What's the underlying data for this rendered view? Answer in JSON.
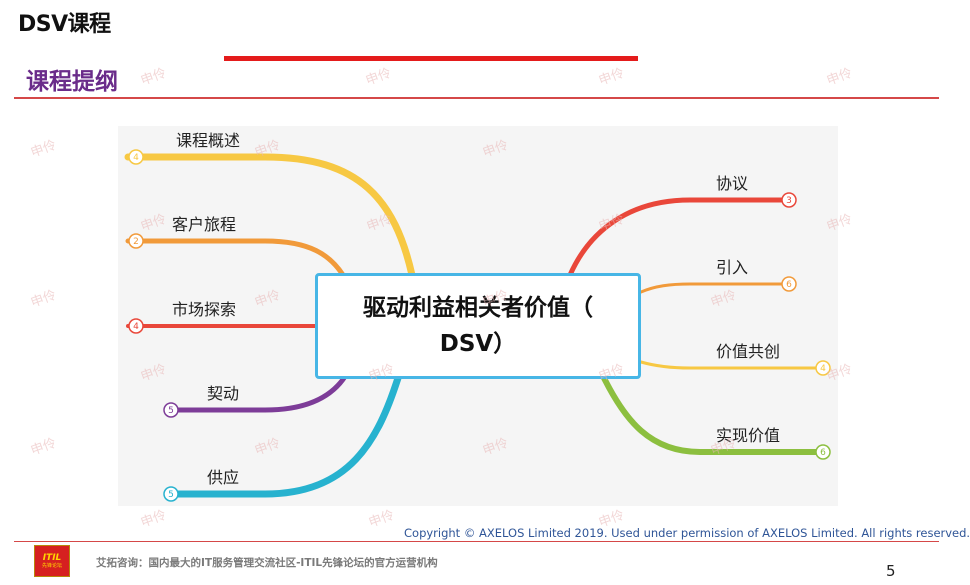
{
  "header": {
    "doc_title": "DSV课程",
    "section_title": "课程提纲"
  },
  "mindmap": {
    "center": "驱动利益相关者价值（ DSV）",
    "left_branches": [
      {
        "label": "课程概述",
        "count": "4",
        "color": "#f7c843"
      },
      {
        "label": "客户旅程",
        "count": "2",
        "color": "#f19a3a"
      },
      {
        "label": "市场探索",
        "count": "4",
        "color": "#e9473a"
      },
      {
        "label": "契动",
        "count": "5",
        "color": "#7d3c98"
      },
      {
        "label": "供应",
        "count": "5",
        "color": "#27b2cf"
      }
    ],
    "right_branches": [
      {
        "label": "协议",
        "count": "3",
        "color": "#e9473a"
      },
      {
        "label": "引入",
        "count": "6",
        "color": "#f19a3a"
      },
      {
        "label": "价值共创",
        "count": "4",
        "color": "#f7c843"
      },
      {
        "label": "实现价值",
        "count": "6",
        "color": "#8cbf3f"
      }
    ]
  },
  "footer": {
    "copyright": "Copyright © AXELOS Limited 2019. Used under permission of AXELOS Limited. All rights reserved.",
    "logo_text": "ITIL",
    "logo_sub": "先锋论坛",
    "org_text": "艾拓咨询：国内最大的IT服务管理交流社区-ITIL先锋论坛的官方运营机构",
    "page_number": "5"
  },
  "watermark": "申伶"
}
